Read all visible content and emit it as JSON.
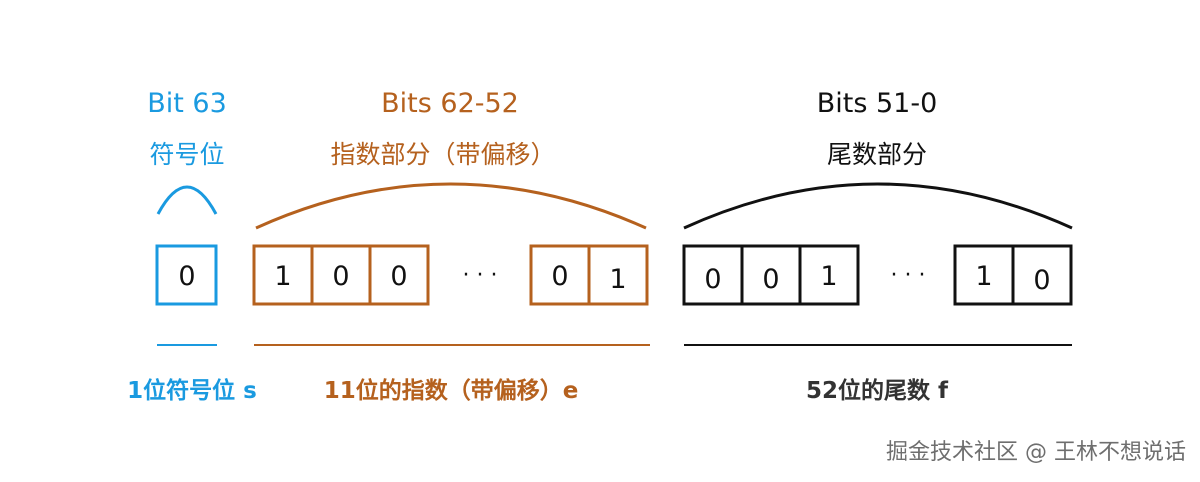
{
  "colors": {
    "sign": "#1a9ae0",
    "exponent": "#b5611e",
    "fraction": "#111111",
    "caption_fraction": "#333333"
  },
  "sign": {
    "title": "Bit 63",
    "subtitle": "符号位",
    "bits": [
      "0"
    ],
    "caption": "1位符号位 s"
  },
  "exponent": {
    "title": "Bits 62-52",
    "subtitle": "指数部分（带偏移）",
    "bits_left": [
      "1",
      "0",
      "0"
    ],
    "dots": "· · ·",
    "bits_right": [
      "0",
      "1"
    ],
    "caption": "11位的指数（带偏移）e"
  },
  "fraction": {
    "title": "Bits 51-0",
    "subtitle": "尾数部分",
    "bits_left": [
      "0",
      "0",
      "1"
    ],
    "dots": "· · ·",
    "bits_right": [
      "1",
      "0"
    ],
    "caption": "52位的尾数 f"
  },
  "watermark": "掘金技术社区 @ 王林不想说话"
}
